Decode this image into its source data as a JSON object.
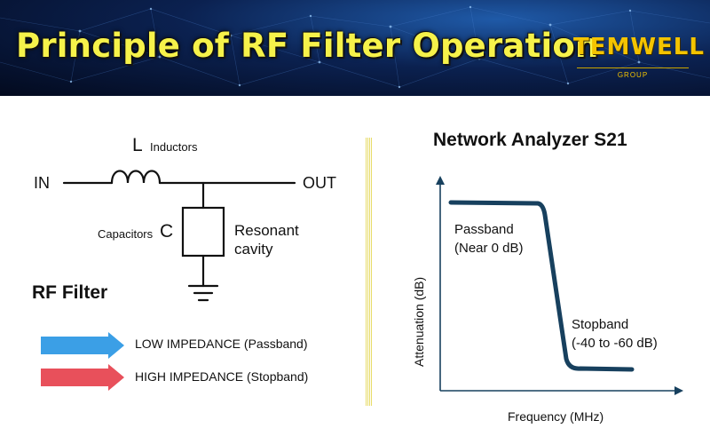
{
  "banner": {
    "title": "Principle of RF Filter Operation",
    "logo_text": "TEMWELL",
    "logo_sub": "GROUP"
  },
  "circuit": {
    "in_label": "IN",
    "out_label": "OUT",
    "inductor_symbol": "L",
    "inductor_label": "Inductors",
    "capacitor_symbol": "C",
    "capacitor_label": "Capacitors",
    "cavity_label_line1": "Resonant",
    "cavity_label_line2": "cavity",
    "filter_title": "RF Filter"
  },
  "legend": {
    "items": [
      {
        "label": "LOW IMPEDANCE (Passband)",
        "color": "#3b9fe6"
      },
      {
        "label": "HIGH IMPEDANCE (Stopband)",
        "color": "#e8505b"
      }
    ]
  },
  "chart": {
    "title": "Network Analyzer S21",
    "ylabel": "Attenuation (dB)",
    "xlabel": "Frequency (MHz)",
    "passband_line1": "Passband",
    "passband_line2": "(Near 0 dB)",
    "stopband_line1": "Stopband",
    "stopband_line2": "(-40 to -60 dB)",
    "line_color": "#17405e"
  }
}
